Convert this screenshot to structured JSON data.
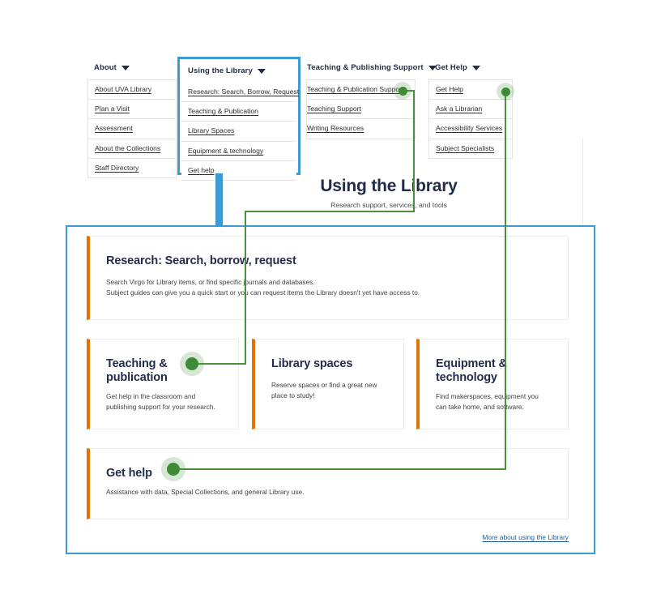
{
  "nav": {
    "columns": [
      {
        "label": "About",
        "caret": "chevron-down-icon",
        "highlighted": false,
        "items": [
          "About UVA Library",
          "Plan a Visit",
          "Assessment",
          "About the Collections",
          "Staff Directory"
        ]
      },
      {
        "label": "Using the Library",
        "caret": "chevron-down-icon",
        "highlighted": true,
        "items": [
          "Research: Search, Borrow, Request",
          "Teaching & Publication",
          "Library Spaces",
          "Equipment & technology",
          "Get help"
        ]
      },
      {
        "label": "Teaching & Publishing Support",
        "caret": "chevron-down-icon",
        "highlighted": false,
        "items": [
          "Teaching & Publication Support",
          "Teaching Support",
          "Writing Resources"
        ]
      },
      {
        "label": "Get Help",
        "caret": "chevron-down-icon",
        "highlighted": false,
        "items": [
          "Get Help",
          "Ask a Librarian",
          "Accessibility Services",
          "Subject Specialists"
        ]
      }
    ]
  },
  "page": {
    "title": "Using the Library",
    "subtitle": "Research support, services, and tools",
    "more_link": "More about using the Library"
  },
  "cards": [
    {
      "title": "Research: Search, borrow, request",
      "lines": [
        "Search Virgo for Library items, or find specific journals and databases.",
        "Subject guides can give you a quick start or you can request items the Library doesn't yet have access to."
      ]
    },
    {
      "title": "Teaching & publication",
      "lines": [
        "Get help in the classroom and",
        "publishing support for your research."
      ]
    },
    {
      "title": "Library spaces",
      "lines": [
        "Reserve spaces or find a great new",
        "place to study!"
      ]
    },
    {
      "title": "Equipment & technology",
      "lines": [
        "Find makerspaces, equipment you",
        "can take home, and software."
      ]
    },
    {
      "title": "Get help",
      "lines": [
        "Assistance with data, Special Collections, and general Library use."
      ]
    }
  ],
  "colors": {
    "accent_blue": "#3d9bd4",
    "navy": "#232d4b",
    "orange": "#e57200",
    "green": "#4b8f3f",
    "link_blue": "#1f5f9e"
  },
  "connectors": [
    {
      "name": "teaching-publication-link",
      "from": "Teaching & Publication Support",
      "to": "Teaching & publication"
    },
    {
      "name": "get-help-link",
      "from": "Get Help",
      "to": "Get help"
    },
    {
      "name": "using-the-library-link",
      "from": "Using the Library",
      "to": "Using the Library page"
    }
  ]
}
